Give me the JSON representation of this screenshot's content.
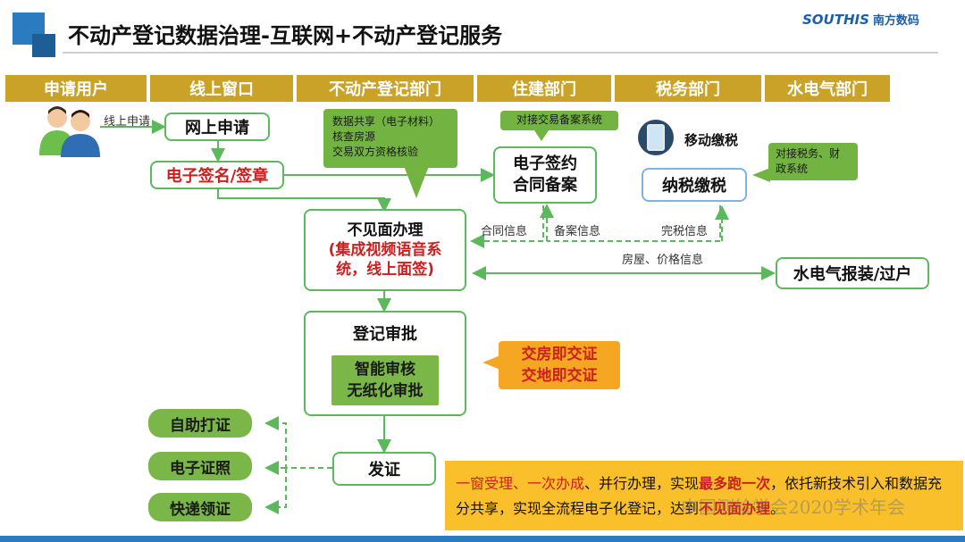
{
  "title": "不动产登记数据治理-互联网+不动产登记服务",
  "logo": {
    "text": "SOUTHIS",
    "sub": "南方数码"
  },
  "columns": [
    "申请用户",
    "线上窗口",
    "不动产登记部门",
    "住建部门",
    "税务部门",
    "水电气部门"
  ],
  "nodes": {
    "online_apply_label": "线上申请",
    "online_apply": "网上申请",
    "esign": "电子签名/签章",
    "face_free_line1": "不见面办理",
    "face_free_line2": "(集成视频语音系",
    "face_free_line3": "统，线上面签)",
    "contract_line1": "电子签约",
    "contract_line2": "合同备案",
    "mobile_tax": "移动缴税",
    "pay_tax": "纳税缴税",
    "utility": "水电气报装/过户",
    "registry_title": "登记审批",
    "registry_inner_line1": "智能审核",
    "registry_inner_line2": "无纸化审批",
    "issue": "发证",
    "self_print": "自助打证",
    "e_cert": "电子证照",
    "express": "快递领证"
  },
  "callouts": {
    "data_share_line1": "数据共享（电子材料）",
    "data_share_line2": "核查房源",
    "data_share_line3": "交易双方资格核验",
    "housing": "对接交易备案系统",
    "tax_line1": "对接税务、财",
    "tax_line2": "政系统",
    "handover_line1": "交房即交证",
    "handover_line2": "交地即交证"
  },
  "flow_labels": {
    "contract_info": "合同信息",
    "filing_info": "备案信息",
    "tax_info": "完税信息",
    "house_price": "房屋、价格信息"
  },
  "summary": {
    "p1": "一窗受理、一次办成",
    "p2": "、并行办理，实现",
    "p3": "最多跑一次",
    "p4": "，依托新技术引入和数据充分共享，实现全流程电子化登记，达到",
    "p5": "不见面办理",
    "p6": "。"
  },
  "watermark": "中国测绘学会2020学术年会",
  "colors": {
    "header": "#c9a227",
    "green": "#5cb85c",
    "red": "#cc1f1f",
    "orange": "#f5a623"
  }
}
